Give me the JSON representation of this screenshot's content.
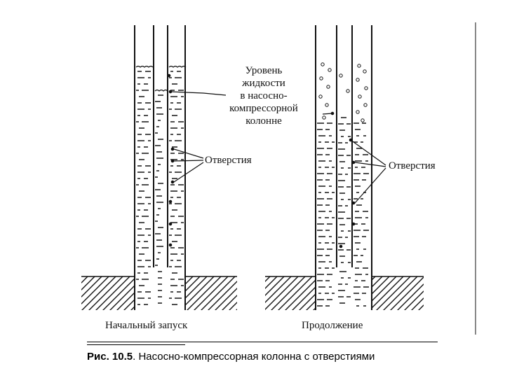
{
  "labels": {
    "level_lines": [
      "Уровень",
      "жидкости",
      "в насосно-",
      "компрессорной",
      "колонне"
    ],
    "holes_left": "Отверстия",
    "holes_right": "Отверстия",
    "start": "Начальный запуск",
    "continue": "Продолжение"
  },
  "caption": {
    "prefix": "Рис. 10.5",
    "text": ". Насосно-компрессорная колонна с отверстиями"
  }
}
